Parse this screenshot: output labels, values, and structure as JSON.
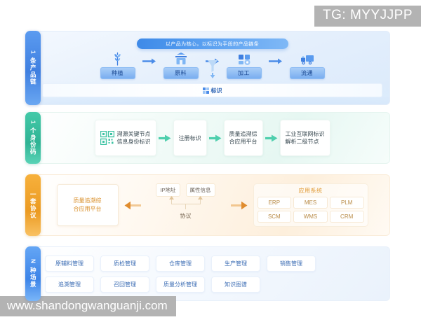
{
  "watermarks": {
    "top_right": "TG: MYYJJPP",
    "bottom_left": "www.shandongwanguanji.com"
  },
  "colors": {
    "blue": "#3f7fe0",
    "teal": "#2fb394",
    "orange": "#eb9a22",
    "blue2": "#3d84e8"
  },
  "sections": [
    {
      "tab": "1 条产品链",
      "banner": "以产品为核心，以标识为手段的产品链条",
      "stages": [
        {
          "label": "种植",
          "icon": "wheat-icon"
        },
        {
          "label": "原料",
          "icon": "silo-icon"
        },
        {
          "label": "加工",
          "icon": "factory-icon"
        },
        {
          "label": "流通",
          "icon": "truck-icon"
        }
      ],
      "identifier_bar": "标识"
    },
    {
      "tab": "1 个身份码",
      "cards": [
        {
          "icon": "qr-code-icon",
          "line1": "溯源关键节点",
          "line2": "信息身份标识"
        },
        {
          "icon": "",
          "line1": "注册标识",
          "line2": ""
        },
        {
          "icon": "",
          "line1": "质量追溯综",
          "line2": "合应用平台"
        },
        {
          "icon": "",
          "line1": "工业互联网标识",
          "line2": "解析二级节点"
        }
      ]
    },
    {
      "tab": "一套协议",
      "platform": {
        "line1": "质量追溯综",
        "line2": "合应用平台"
      },
      "protocol": {
        "top_left": "IP地址",
        "top_right": "属性信息",
        "label": "协议"
      },
      "systems": {
        "title": "应用系统",
        "items": [
          "ERP",
          "MES",
          "PLM",
          "SCM",
          "WMS",
          "CRM"
        ]
      }
    },
    {
      "tab": "N 种场景",
      "row1": [
        "原辅料管理",
        "质检管理",
        "仓库管理",
        "生产管理",
        "销售管理"
      ],
      "row2": [
        "追溯管理",
        "召回管理",
        "质量分析管理",
        "知识图谱"
      ]
    }
  ]
}
